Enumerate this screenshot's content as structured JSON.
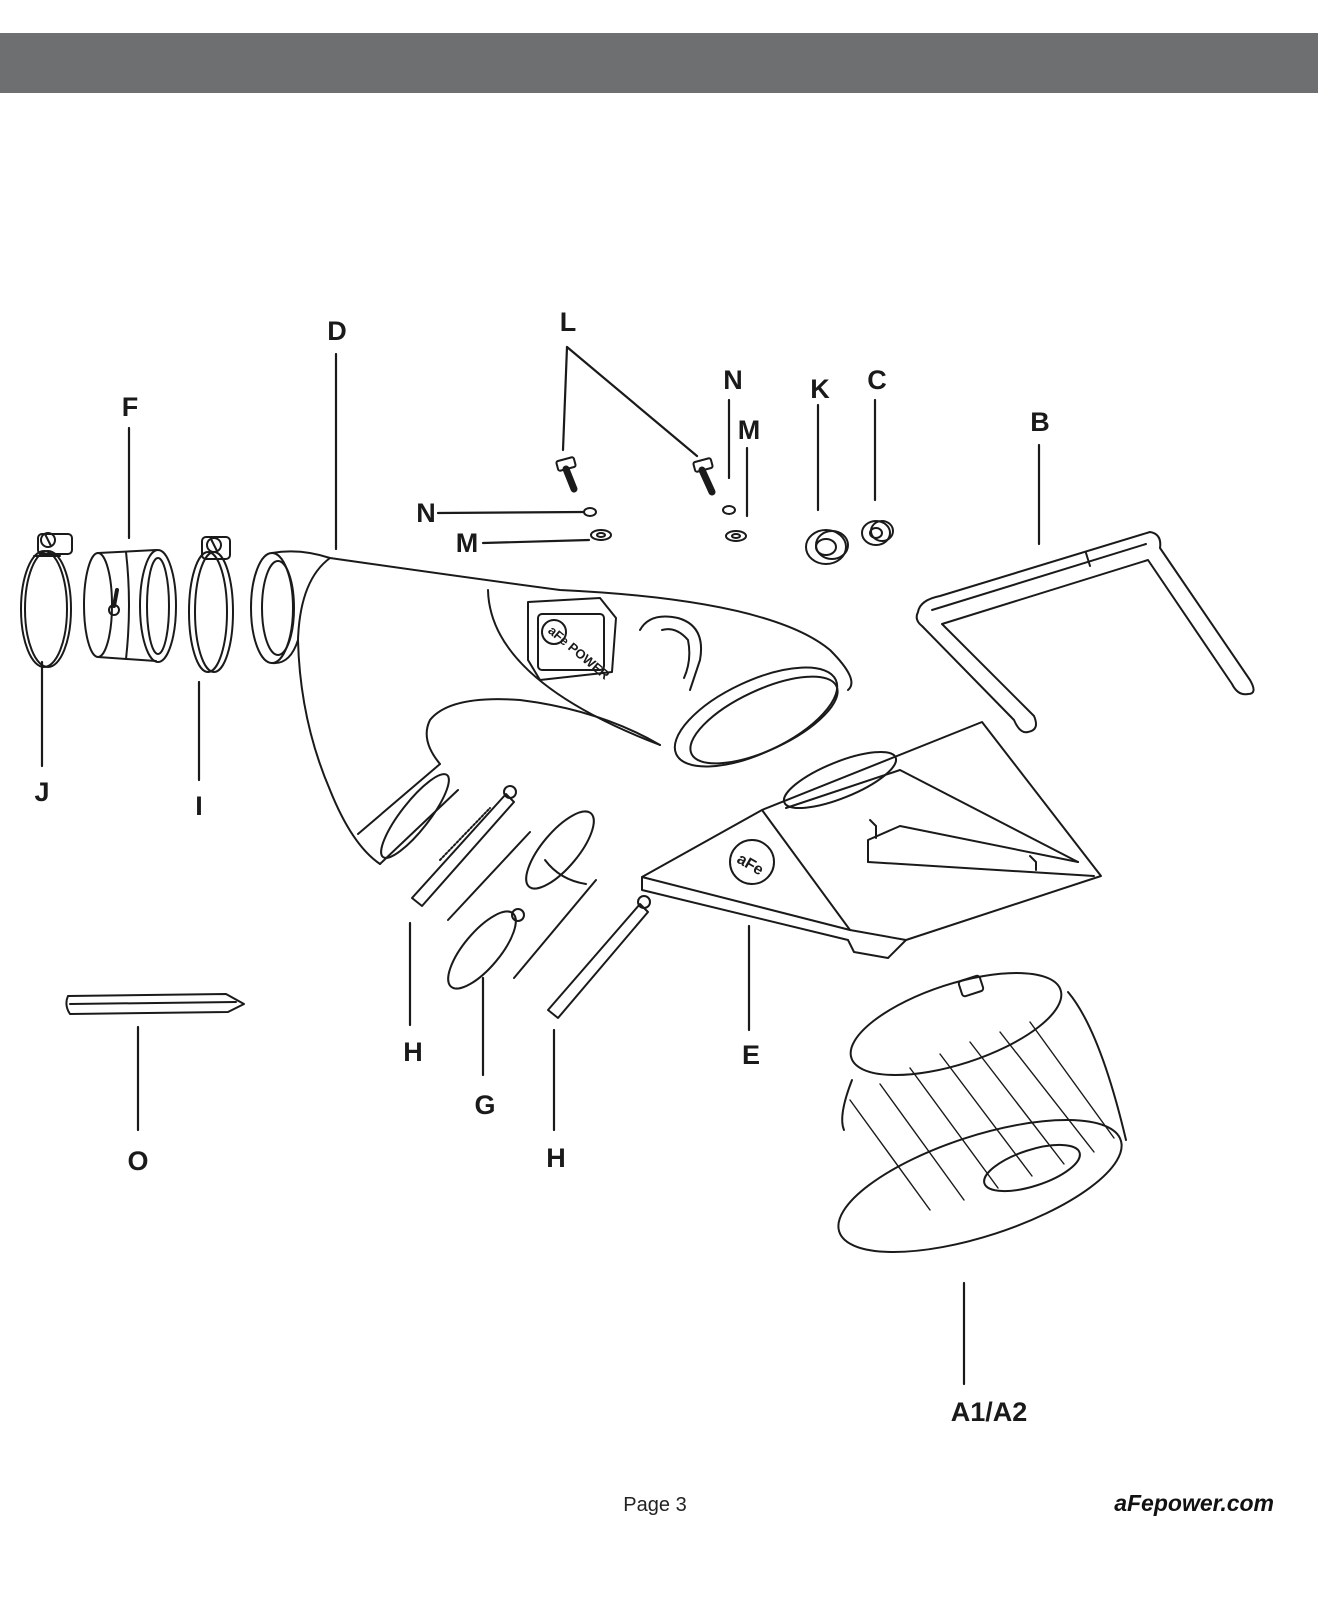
{
  "header": {
    "bar_color": "#6e6f71"
  },
  "labels": {
    "L": "L",
    "N_top": "N",
    "M_top": "M",
    "K": "K",
    "C": "C",
    "B": "B",
    "D": "D",
    "F": "F",
    "N_left": "N",
    "M_left": "M",
    "J": "J",
    "I": "I",
    "H_left": "H",
    "G": "G",
    "H_right": "H",
    "E": "E",
    "O": "O",
    "A1A2": "A1/A2"
  },
  "footer": {
    "page": "Page 3",
    "site": "aFepower.com"
  }
}
